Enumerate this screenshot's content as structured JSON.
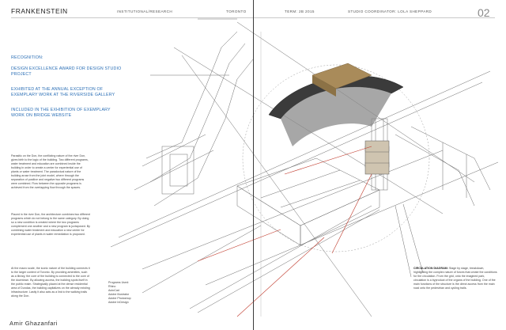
{
  "header": {
    "title": "FRANKENSTEIN",
    "category": "INSTITUTIONAL/RESEARCH",
    "location": "TORONTO",
    "term": "TERM: 2B 2015",
    "coordinator": "STUDIO COORDINATOR: LOLA SHEPPARD",
    "page_number": "02"
  },
  "recognition": {
    "heading": "RECOGNITION:",
    "items": [
      "DESIGN EXCELLENCE AWARD FOR DESIGN STUDIO PROJECT",
      "EXHIBITED AT THE ANNUAL EXCEPTION OF EXEMPLARY WORK AT THE RIVERSIDE GALLERY",
      "INCLUDED IN THE EXHIBITION OF EXEMPLARY WORK ON BRIDGE WEBSITE"
    ]
  },
  "body_text": {
    "paragraph_1": "Parasitic on the Don, the conflicting nature of the river Don, gives birth to the logic of the building. Two different programs, water treatment and education are combined inside the building in order to create a center for experiential use of plants or water treatment. The paradoxical nature of the building arose from the joint model, where through the separation of positive and negative two different programs were combined. Flow between the opposite programs is achieved from the overlapping flow through the spaces.",
    "paragraph_2": "Placed in the river Don, the architecture combines two different programs which do not belong to the same category. By doing so a new condition is created where the two programs complement one another and a new program is juxtaposed. By combining water treatment and education a new center for experiential use of plants in water remediation is proposed.",
    "paragraph_3": "At the macro scale, the iconic nature of the building connects it to the larger context of Toronto. By providing amenities, such as a library, the core of the building is connected to the core of the downtown. By allowing access, the building spots itself in the public realm. Strategically placed at the dense residential area of Dundas, the building capitalizes on the already existing infrastructure. Lastly it also acts as a link to the walking trails along the Don."
  },
  "software": {
    "heading": "Programs Used:",
    "items": [
      "Rhino",
      "AutoCad",
      "Adobe Illustrator",
      "Adobe Photoshop",
      "Adobe InDesign"
    ]
  },
  "author": "Amir Ghazanfari",
  "caption": {
    "heading": "CIRCULATION DIAGRAM:",
    "text": "Stage by stage, breakdown, highlighting the complex nature of forces that create the conditions for the circulation. From the grid, onto the imagined park, circulation is a byproduct of the organs of the building. One of the main functions of the structure is the direct access from the main road onto the pedestrian and cycling trails."
  },
  "colors": {
    "accent_blue": "#2b6fb6",
    "dark_vault": "#3b3b3b",
    "bronze": "#a98b5a",
    "red_line": "#c0392b"
  }
}
